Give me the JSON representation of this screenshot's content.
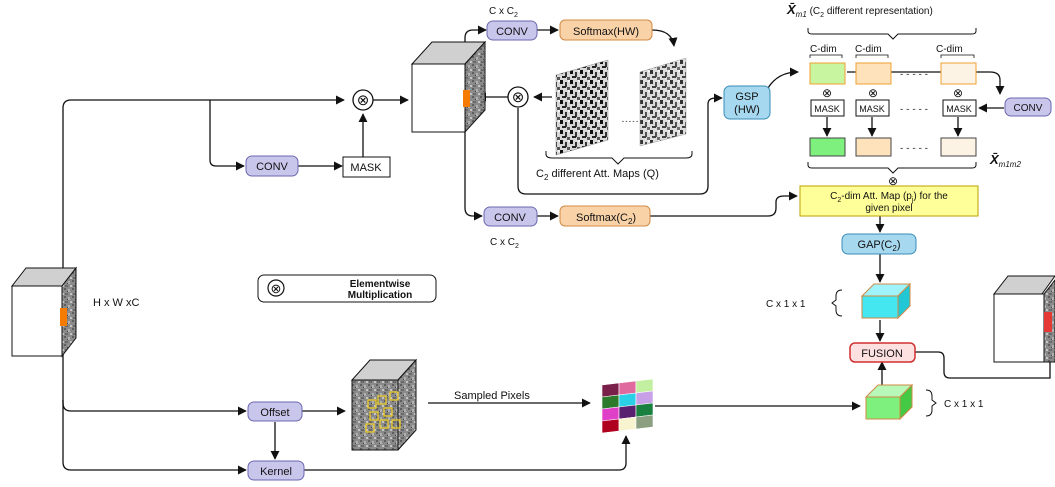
{
  "labels": {
    "conv": "CONV",
    "mask": "MASK",
    "softmax_hw": "Softmax(HW)",
    "softmax_c2": "Softmax(C",
    "sub2": "2",
    "close_paren": ")",
    "cxc_prefix": "C x C",
    "att_maps_prefix": "C",
    "att_maps_suffix": " different Att. Maps (Q)",
    "gsp_line1": "GSP",
    "gsp_line2": "(HW)",
    "cdim": "C-dim",
    "dots": "- - - - -",
    "xm1_symbol": "X̄",
    "xm1_sub": "m1",
    "xm1_text": " (C",
    "xm1_text2": " different representation)",
    "xm1m2_symbol": "X̄",
    "xm1m2_sub": "m1m2",
    "attmap_line1": "C",
    "attmap_line1b": "-dim Att. Map (p",
    "attmap_sub_j": "j",
    "attmap_line1c": ") for the",
    "attmap_line2": "given pixel",
    "gap": "GAP(C",
    "cx1x1": "C x 1 x 1",
    "fusion": "FUSION",
    "hwc": "H x W xC",
    "legend_line1": "Elementwise",
    "legend_line2": "Multiplication",
    "offset": "Offset",
    "kernel": "Kernel",
    "sampled_pixels": "Sampled Pixels",
    "otimes": "⊗"
  },
  "colors": {
    "conv_fill": "#c9c6ec",
    "conv_stroke": "#6c67b0",
    "softmax_fill": "#f9d2a8",
    "softmax_stroke": "#d08a44",
    "gsp_fill": "#a6d8ef",
    "gsp_stroke": "#3a8db8",
    "yellow_fill": "#ffff99",
    "yellow_stroke": "#b8a000",
    "fusion_fill": "#fde0e0",
    "fusion_stroke": "#d03030",
    "cube_cyan": "#44e6f0",
    "cube_green": "#7ef07e",
    "rep_green": "#c8f5a0",
    "rep_peach": "#fde2bb",
    "rep_cream": "#fdf3e4",
    "orange_patch": "#f57c00",
    "red_patch": "#e53935"
  },
  "grid_colors": [
    "#7a1f4a",
    "#e06aa0",
    "#c2f0a0",
    "#2d7a2d",
    "#2ad1e6",
    "#c8a0e8",
    "#e040c8",
    "#5a2070",
    "#1a8040",
    "#b00020",
    "#f8f4d0",
    "#8aa080"
  ]
}
